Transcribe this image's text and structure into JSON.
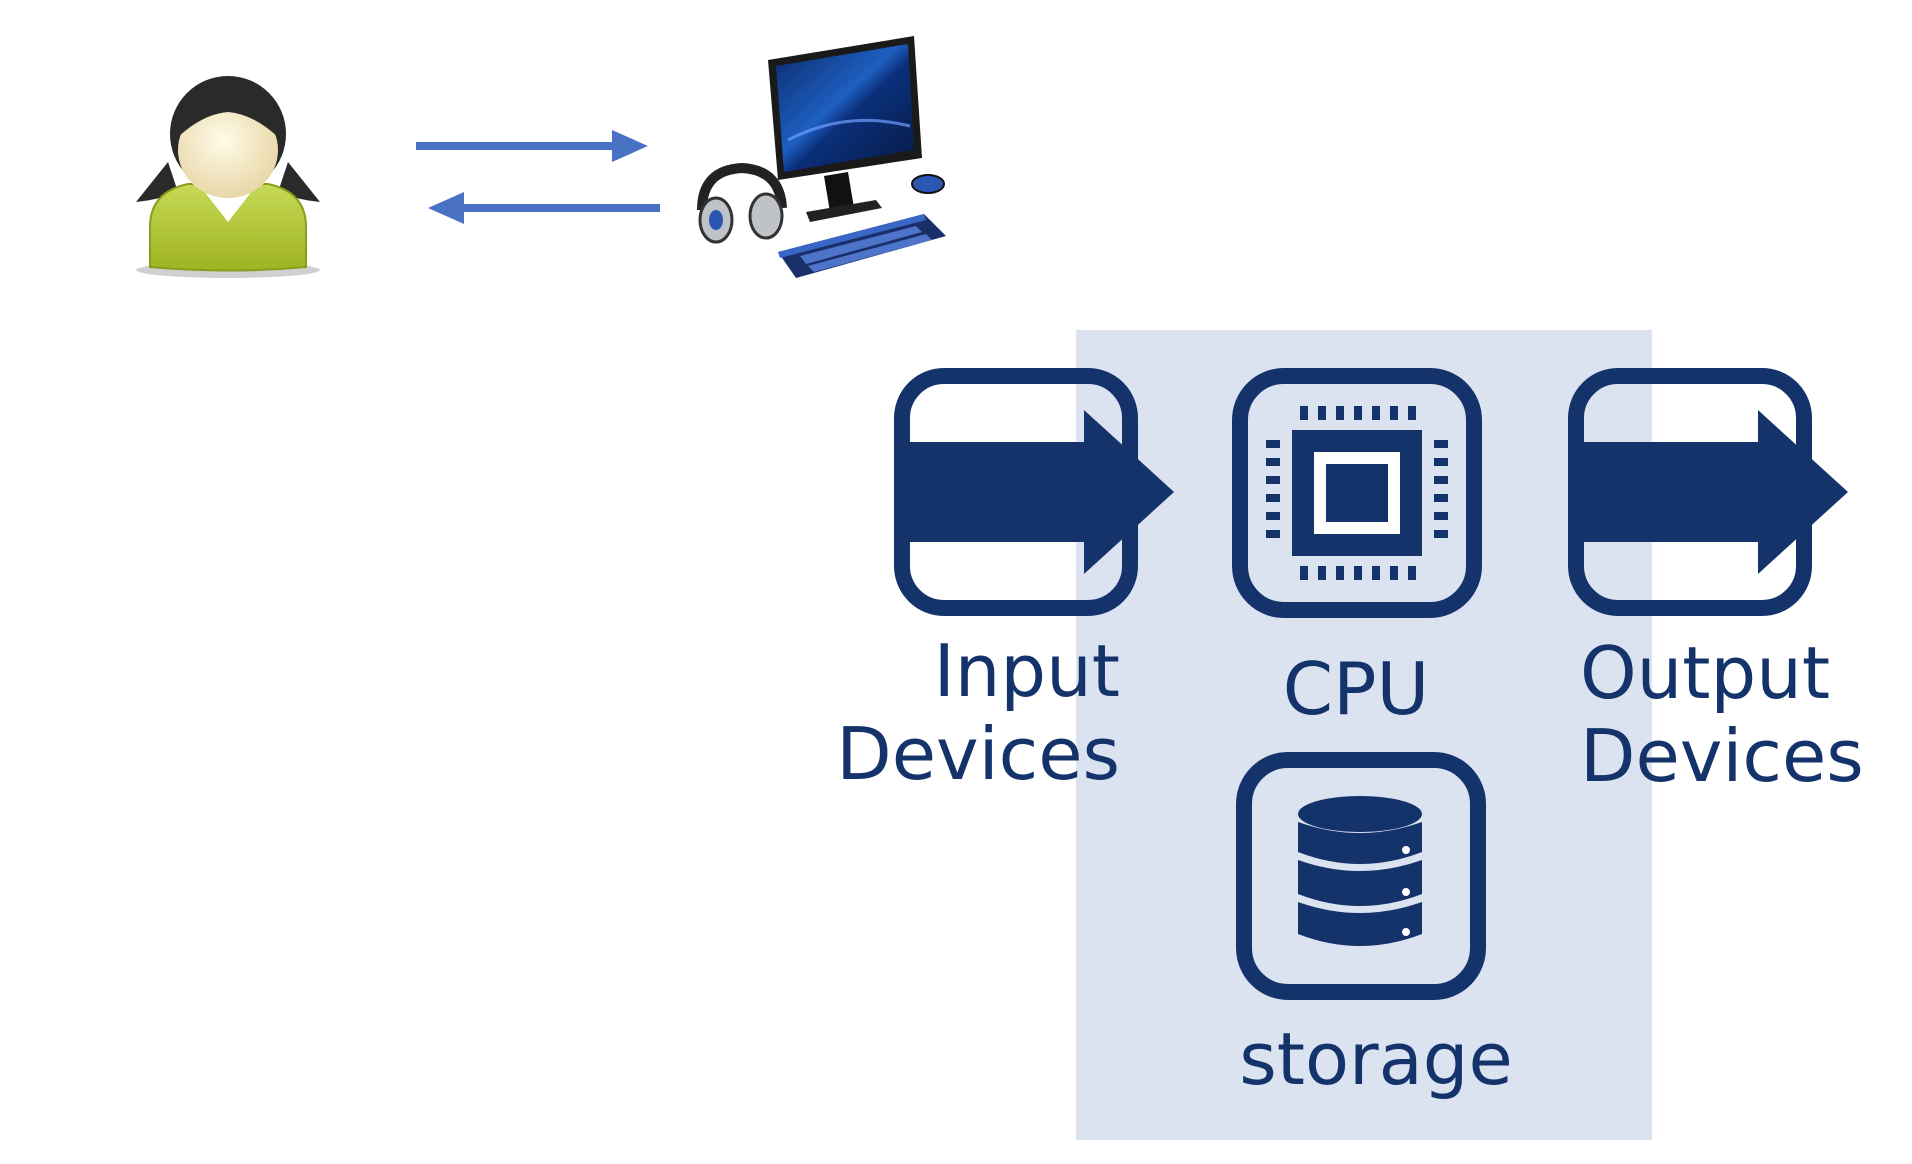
{
  "colors": {
    "panel_bg": "#dbe3f1",
    "icon_navy": "#15336b",
    "exchange_arrow": "#4a72c4",
    "person_shirt": "#b8cc3a",
    "person_hair": "#2a2a2a"
  },
  "top_row": {
    "user_icon": "user-icon",
    "computer_icon": "desktop-computer-icon",
    "arrow_to_computer_icon": "arrow-right-icon",
    "arrow_to_user_icon": "arrow-left-icon"
  },
  "components": {
    "input": {
      "label_line1": "Input",
      "label_line2": "Devices",
      "icon": "input-arrow-icon"
    },
    "cpu": {
      "label": "CPU",
      "icon": "cpu-chip-icon"
    },
    "output": {
      "label_line1": "Output",
      "label_line2": "Devices",
      "icon": "output-arrow-icon"
    },
    "storage": {
      "label": "storage",
      "icon": "database-icon"
    }
  }
}
